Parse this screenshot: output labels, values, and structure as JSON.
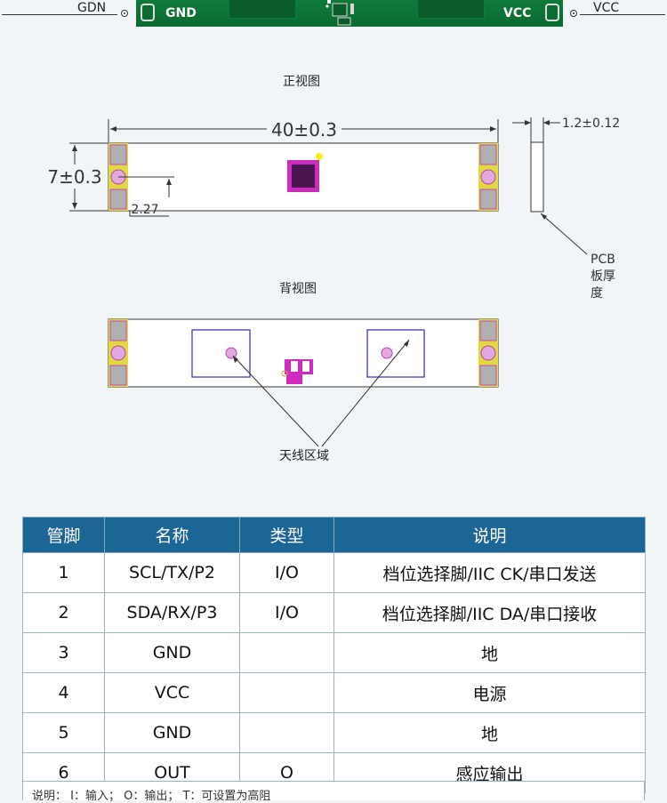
{
  "top": {
    "left_label": "GDN",
    "right_label": "VCC",
    "pcb_left_text": "GND",
    "pcb_right_text": "VCC"
  },
  "front_view": {
    "title": "正视图",
    "length_dim": "40±0.3",
    "height_dim": "7±0.3",
    "pad_dim": "2.27",
    "thickness_dim": "1.2±0.12",
    "pcb_label_1": "PCB",
    "pcb_label_2": "板厚",
    "pcb_label_3": "度"
  },
  "back_view": {
    "title": "背视图",
    "antenna_label": "天线区域"
  },
  "pin_table": {
    "headers": [
      "管脚",
      "名称",
      "类型",
      "说明"
    ],
    "rows": [
      {
        "pin": "1",
        "name": "SCL/TX/P2",
        "type": "I/O",
        "desc": "档位选择脚/IIC CK/串口发送"
      },
      {
        "pin": "2",
        "name": "SDA/RX/P3",
        "type": "I/O",
        "desc": "档位选择脚/IIC DA/串口接收"
      },
      {
        "pin": "3",
        "name": "GND",
        "type": "",
        "desc": "地"
      },
      {
        "pin": "4",
        "name": "VCC",
        "type": "",
        "desc": "电源"
      },
      {
        "pin": "5",
        "name": "GND",
        "type": "",
        "desc": "地"
      },
      {
        "pin": "6",
        "name": "OUT",
        "type": "O",
        "desc": "感应输出"
      }
    ],
    "note": "说明： I：输入； O：输出； T：可设置为高阻"
  }
}
